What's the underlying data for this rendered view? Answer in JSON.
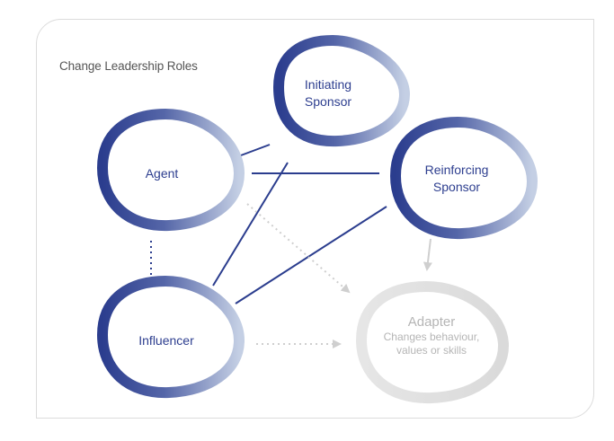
{
  "diagram": {
    "title": "Change Leadership Roles",
    "colors": {
      "primary_dark": "#2b3d8e",
      "primary_light": "#c4cfe4",
      "line": "#2b3d8e",
      "muted": "#dedede",
      "muted_text": "#b5b5b5",
      "frame": "#dcdcdc"
    },
    "nodes": [
      {
        "id": "initiating-sponsor",
        "label_line1": "Initiating",
        "label_line2": "Sponsor",
        "style": "active"
      },
      {
        "id": "agent",
        "label_line1": "Agent",
        "style": "active"
      },
      {
        "id": "reinforcing-sponsor",
        "label_line1": "Reinforcing",
        "label_line2": "Sponsor",
        "style": "active"
      },
      {
        "id": "influencer",
        "label_line1": "Influencer",
        "style": "active"
      },
      {
        "id": "adapter",
        "label_line1": "Adapter",
        "label_line2": "Changes behaviour,",
        "label_line3": "values or skills",
        "style": "muted"
      }
    ],
    "edges": [
      {
        "from": "agent",
        "to": "initiating-sponsor",
        "style": "solid"
      },
      {
        "from": "agent",
        "to": "reinforcing-sponsor",
        "style": "solid"
      },
      {
        "from": "initiating-sponsor",
        "to": "influencer",
        "style": "solid"
      },
      {
        "from": "reinforcing-sponsor",
        "to": "influencer",
        "style": "solid"
      },
      {
        "from": "agent",
        "to": "influencer",
        "style": "dotted"
      },
      {
        "from": "agent",
        "to": "adapter",
        "style": "dotted-arrow"
      },
      {
        "from": "influencer",
        "to": "adapter",
        "style": "dotted-arrow"
      },
      {
        "from": "reinforcing-sponsor",
        "to": "adapter",
        "style": "solid-arrow"
      }
    ]
  }
}
